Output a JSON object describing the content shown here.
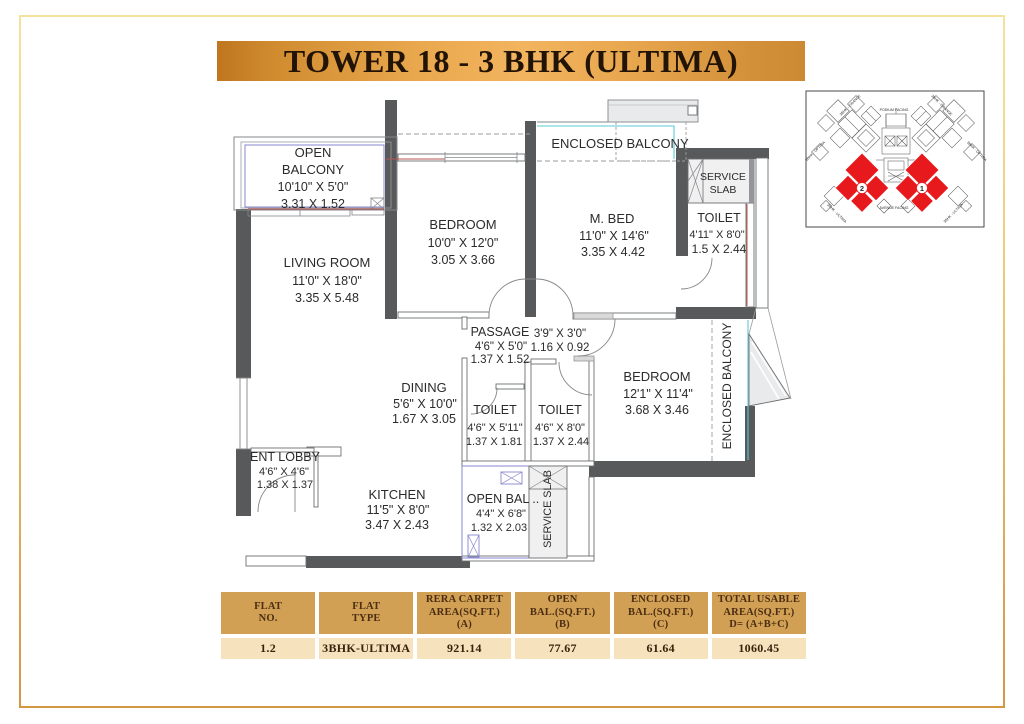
{
  "banner": {
    "title": "TOWER 18 - 3 BHK (ULTIMA)"
  },
  "colors": {
    "frame_gold_top": "#f3dd8e",
    "frame_gold_bottom": "#d2943c",
    "banner_gradient_dark": "#bf761f",
    "banner_gradient_light": "#f2b45f",
    "banner_text": "#221307",
    "wall_gray": "#58595b",
    "thin_line_gray": "#6d6e71",
    "slab_fill": "#e9eaeb",
    "window_blue": "#8787cf",
    "accent_red": "#b85450",
    "glass_cyan": "#5bc8d5",
    "keyplan_unit_red": "#e8191d",
    "table_header_bg": "#d2a054",
    "table_row_bg": "#f6e2bd",
    "table_text": "#4a2d12"
  },
  "plan": {
    "rooms": {
      "open_balcony": [
        "OPEN",
        "BALCONY",
        "10'10\" X 5'0\"",
        "3.31 X 1.52"
      ],
      "living": [
        "LIVING ROOM",
        "11'0\" X 18'0\"",
        "3.35 X 5.48"
      ],
      "bedroom_top": [
        "BEDROOM",
        "10'0\" X 12'0\"",
        "3.05 X 3.66"
      ],
      "enclosed_balcony_top": [
        "ENCLOSED BALCONY"
      ],
      "m_bed": [
        "M. BED",
        "11'0\" X 14'6\"",
        "3.35 X 4.42"
      ],
      "service_slab_top": [
        "SERVICE",
        "SLAB"
      ],
      "toilet_mbed": [
        "TOILET",
        "4'11\" X 8'0\"",
        "1.5 X 2.44"
      ],
      "passage": [
        "PASSAGE",
        "4'6\" X 5'0\"",
        "1.37 X 1.52"
      ],
      "passage_small": [
        "3'9\" X 3'0\"",
        "1.16 X 0.92"
      ],
      "toilet_1": [
        "TOILET",
        "4'6\" X 5'11\"",
        "1.37 X 1.81"
      ],
      "toilet_2": [
        "TOILET",
        "4'6\" X 8'0\"",
        "1.37 X 2.44"
      ],
      "bedroom_right": [
        "BEDROOM",
        "12'1\" X 11'4\"",
        "3.68 X 3.46"
      ],
      "enclosed_balcony_right": [
        "ENCLOSED BALCONY"
      ],
      "dining": [
        "DINING",
        "5'6\" X 10'0\"",
        "1.67 X 3.05"
      ],
      "ent_lobby": [
        "ENT LOBBY",
        "4'6\" X 4'6\"",
        "1.38 X 1.37"
      ],
      "kitchen": [
        "KITCHEN",
        "11'5\" X 8'0\"",
        "3.47 X 2.43"
      ],
      "open_balcony_bottom": [
        "OPEN BAL ..",
        "4'4\" X 6'8\"",
        "1.32 X 2.03"
      ],
      "service_slab_bottom": [
        "SERVICE SLAB"
      ]
    }
  },
  "key_plan": {
    "unit_2": "2",
    "unit_1": "1",
    "top_label": "PODIUM FACING",
    "bottom_label": "AVENUE FACING",
    "wing_labels": [
      "3BHK - GRANDE",
      "3BHK - GRANDE",
      "3BHK - OPTIMA",
      "3BHK - OPTIMA",
      "3BHK - ULTIMA",
      "3BHK - ULTIMA"
    ]
  },
  "table": {
    "headers": [
      [
        "FLAT",
        "NO."
      ],
      [
        "FLAT",
        "TYPE"
      ],
      [
        "RERA CARPET",
        "AREA(SQ.FT.)",
        "(A)"
      ],
      [
        "OPEN",
        "BAL.(SQ.FT.)",
        "(B)"
      ],
      [
        "ENCLOSED",
        "BAL.(SQ.FT.)",
        "(C)"
      ],
      [
        "TOTAL USABLE",
        "AREA(SQ.FT.)",
        "D= (A+B+C)"
      ]
    ],
    "row": [
      "1.2",
      "3BHK-ULTIMA",
      "921.14",
      "77.67",
      "61.64",
      "1060.45"
    ]
  }
}
